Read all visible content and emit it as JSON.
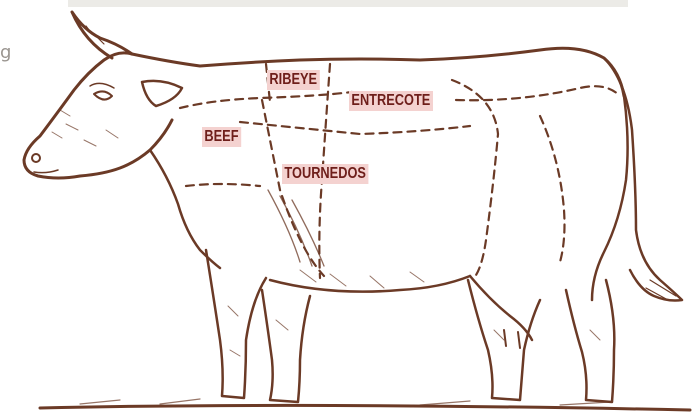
{
  "diagram": {
    "stray_mark": "g",
    "labels": {
      "ribeye": "RIBEYE",
      "entrecote": "ENTRECOTE",
      "beef": "BEEF",
      "tournedos": "TOURNEDOS"
    },
    "colors": {
      "ink": "#6b3a26",
      "label_background": "#f4d2d0",
      "label_text": "#6e1e1a",
      "top_bar": "#ecebe7"
    }
  }
}
